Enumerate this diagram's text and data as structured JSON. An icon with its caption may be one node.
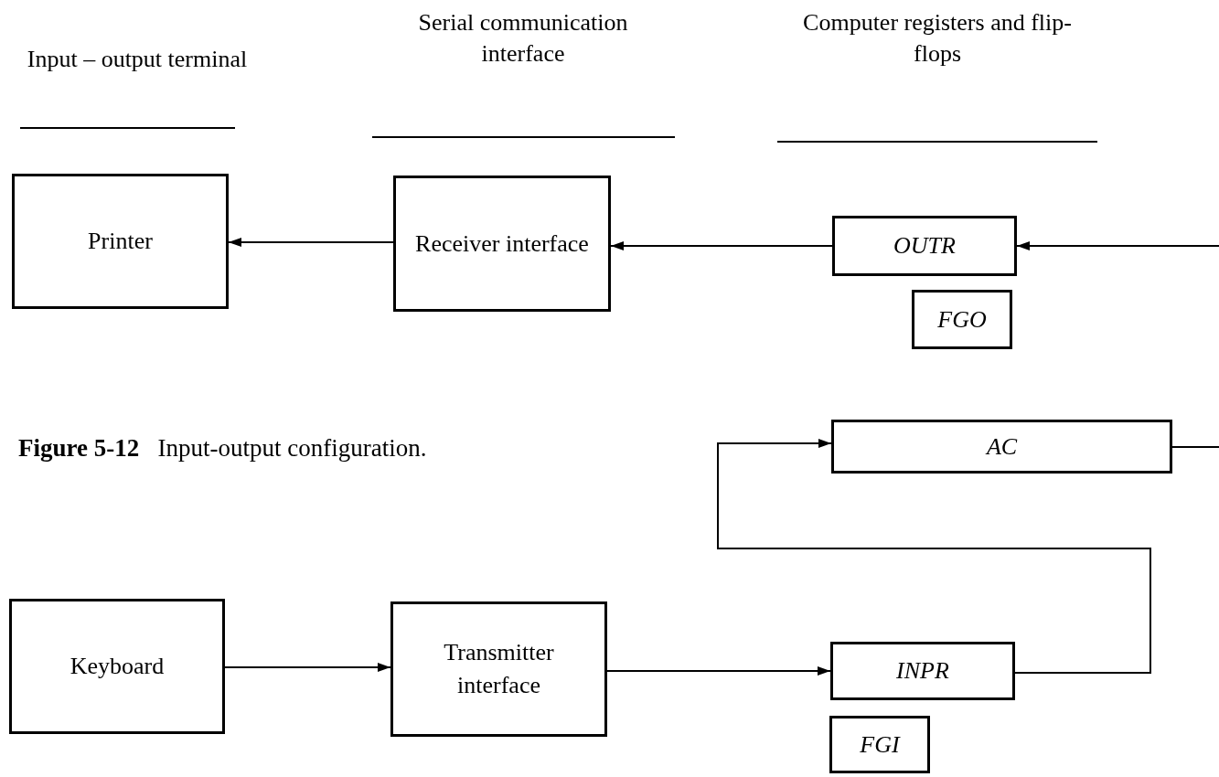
{
  "diagram": {
    "caption": "**Figure 5-12**   Input-output configuration.",
    "nodes": [
      {
        "text": [
          "Printer"
        ]
      },
      {
        "text": [
          "Receiver interface"
        ]
      },
      {
        "text": [
          "OUTR"
        ]
      },
      {
        "text": [
          "FGO"
        ]
      },
      {
        "text": [
          "AC"
        ]
      },
      {
        "text": [
          "Keyboard"
        ]
      },
      {
        "text": [
          "Transmitter interface"
        ]
      },
      {
        "text": [
          "INPR"
        ]
      },
      {
        "text": [
          "FGI"
        ]
      }
    ],
    "edges": [
      {
        "from": 1,
        "to": 0,
        "arrow": "to"
      },
      {
        "from": 2,
        "to": 1,
        "arrow": "to"
      },
      {
        "from": null,
        "to": 2,
        "arrow": "to"
      },
      {
        "from": 5,
        "to": 6,
        "arrow": "to"
      },
      {
        "from": 6,
        "to": 7,
        "arrow": "to"
      },
      {
        "from": 7,
        "to": 4,
        "arrow": "to"
      },
      {
        "from": 4,
        "to": null,
        "arrow": "none"
      }
    ],
    "labels": [
      "Input – output terminal",
      "Serial communication interface",
      "Computer registers and flip-flops"
    ]
  }
}
